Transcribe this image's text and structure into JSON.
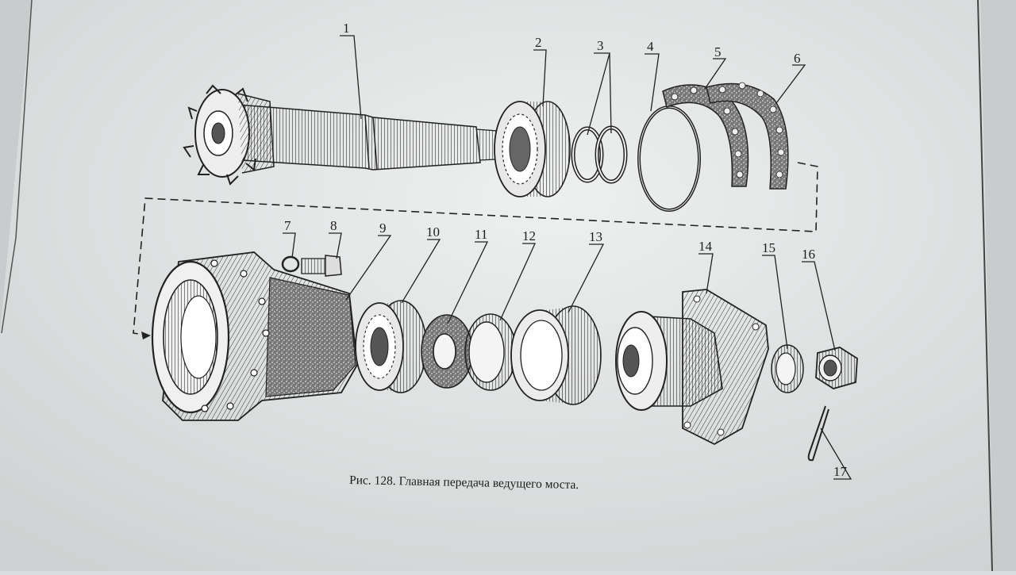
{
  "figure": {
    "caption": "Рис. 128. Главная передача ведущего моста.",
    "part_labels": [
      "1",
      "2",
      "3",
      "4",
      "5",
      "6",
      "7",
      "8",
      "9",
      "10",
      "11",
      "12",
      "13",
      "14",
      "15",
      "16",
      "17"
    ]
  },
  "colors": {
    "paper": "#e4e6e6",
    "ink": "#222222",
    "shadow": "#c9cccc"
  }
}
